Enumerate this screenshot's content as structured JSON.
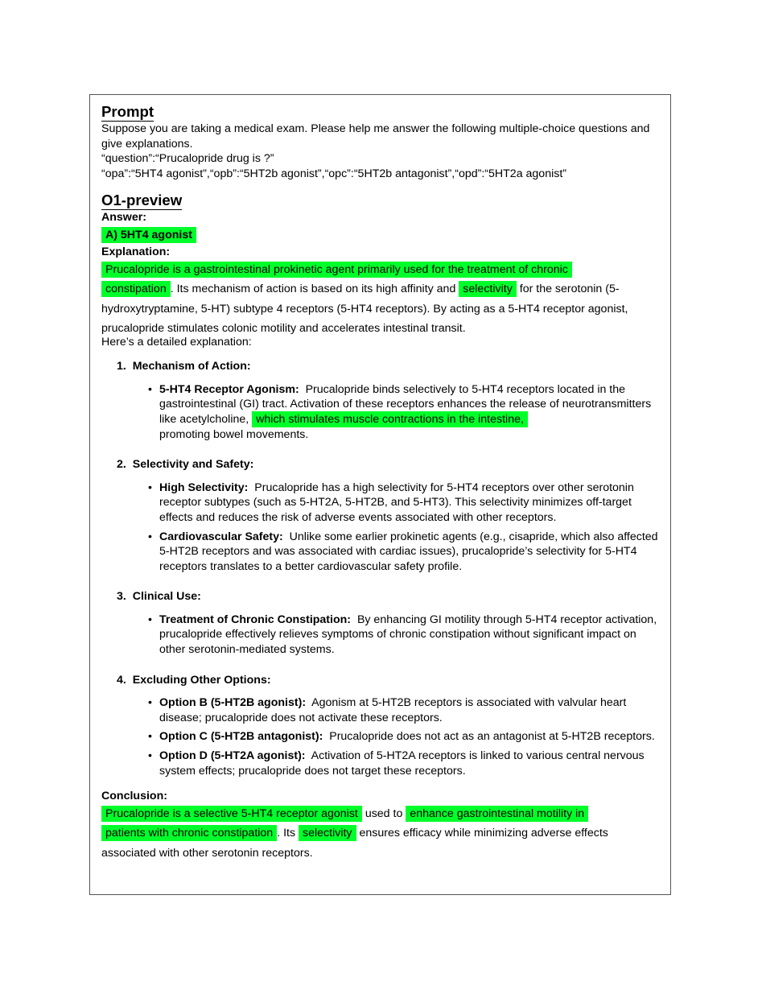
{
  "prompt": {
    "title": "Prompt",
    "line1": "Suppose you are taking a medical exam. Please help me answer the following multiple-choice questions and give explanations.",
    "question": "“question”:“Prucalopride drug is ?”",
    "options": "“opa”:“5HT4 agonist”,“opb”:“5HT2b agonist”,“opc”:“5HT2b antagonist”,“opd”:“5HT2a agonist”"
  },
  "response": {
    "title": "O1-preview",
    "answer_label": "Answer:",
    "answer": "A) 5HT4 agonist",
    "explanation_label": "Explanation:",
    "expl_hl1": "Prucalopride is a gastrointestinal prokinetic agent primarily used for the treatment of chronic",
    "expl_hl2": "constipation",
    "expl_t1": ". Its mechanism of action is based on its high affinity and",
    "expl_hl3": "selectivity",
    "expl_t2": "for the serotonin (5-hydroxytryptamine, 5-HT) subtype 4 receptors (5-HT4 receptors). By acting as a 5-HT4 receptor agonist, prucalopride stimulates colonic motility and accelerates intestinal transit.",
    "expl_t3": "Here’s a detailed explanation:",
    "sections": [
      {
        "num": "1.",
        "heading": "Mechanism of Action:",
        "bullets": [
          {
            "label": "5-HT4 Receptor Agonism:",
            "text": "Prucalopride binds selectively to 5-HT4 receptors located in the gastrointestinal (GI) tract. Activation of these receptors enhances the release of neurotransmitters like acetylcholine,",
            "hl": "which stimulates muscle contractions in the intestine,",
            "tail": "promoting bowel movements."
          }
        ]
      },
      {
        "num": "2.",
        "heading": "Selectivity and Safety:",
        "bullets": [
          {
            "label": "High Selectivity:",
            "text": "Prucalopride has a high selectivity for 5-HT4 receptors over other serotonin receptor subtypes (such as 5-HT2A, 5-HT2B, and 5-HT3). This selectivity minimizes off-target effects and reduces the risk of adverse events associated with other receptors."
          },
          {
            "label": "Cardiovascular Safety:",
            "text": "Unlike some earlier prokinetic agents (e.g., cisapride, which also affected 5-HT2B receptors and was associated with cardiac issues), prucalopride’s selectivity for 5-HT4 receptors translates to a better cardiovascular safety profile."
          }
        ]
      },
      {
        "num": "3.",
        "heading": "Clinical Use:",
        "bullets": [
          {
            "label": "Treatment of Chronic Constipation:",
            "text": "By enhancing GI motility through 5-HT4 receptor activation, prucalopride effectively relieves symptoms of chronic constipation without significant impact on other serotonin-mediated systems."
          }
        ]
      },
      {
        "num": "4.",
        "heading": "Excluding Other Options:",
        "bullets": [
          {
            "label": "Option B (5-HT2B agonist):",
            "text": "Agonism at 5-HT2B receptors is associated with valvular heart disease; prucalopride does not activate these receptors."
          },
          {
            "label": "Option C (5-HT2B antagonist):",
            "text": "Prucalopride does not act as an antagonist at 5-HT2B receptors."
          },
          {
            "label": "Option D (5-HT2A agonist):",
            "text": "Activation of 5-HT2A receptors is linked to various central nervous system effects; prucalopride does not target these receptors."
          }
        ]
      }
    ],
    "conclusion_label": "Conclusion:",
    "concl_hl1": "Prucalopride is a selective 5-HT4 receptor agonist",
    "concl_t1": "used to",
    "concl_hl2": "enhance gastrointestinal motility in",
    "concl_hl3": "patients with chronic constipation",
    "concl_t2": ". Its",
    "concl_hl4": "selectivity",
    "concl_t3": "ensures efficacy while minimizing adverse effects associated with other serotonin receptors."
  },
  "colors": {
    "highlight": "#00ff2a"
  }
}
